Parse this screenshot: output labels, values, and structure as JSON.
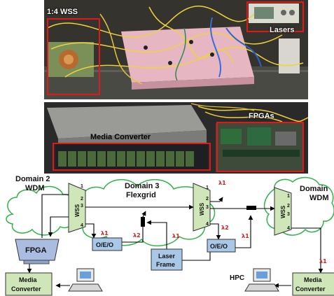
{
  "photo_top": {
    "label_wss": "1:4 WSS",
    "label_lasers": "Lasers"
  },
  "photo_bottom": {
    "label_media_converter": "Media Converter",
    "label_fpgas": "FPGAs"
  },
  "diagram": {
    "domain2_title": "Domain 2",
    "domain2_subtitle": "WDM",
    "domain3_title": "Domain 3",
    "domain3_subtitle": "Flexgrid",
    "domain1_title": "Domain",
    "domain1_subtitle": "WDM",
    "wss_label": "WSS",
    "port1": "1",
    "port2": "2",
    "port3": "3",
    "port4": "4",
    "fpga_label": "FPGA",
    "media_converter_line1": "Media",
    "media_converter_line2": "Converter",
    "oeo_label": "O/E/O",
    "laser_frame_line1": "Laser",
    "laser_frame_line2": "Frame",
    "hpc_label": "HPC",
    "lambda1": "λ1",
    "lambda2": "λ2",
    "colors": {
      "cloud_outline": "#2fb34a",
      "wss_fill": "#cfe6b8",
      "box_fill": "#a9c8e8",
      "fpga_fill": "#aabde0",
      "media_fill": "#cfe6b8",
      "lambda": "#d61c1c",
      "photo_box": "#e01818"
    }
  }
}
